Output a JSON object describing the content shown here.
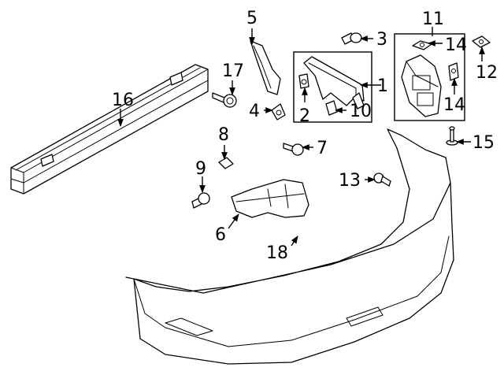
{
  "diagram": {
    "callouts": [
      {
        "id": "c1",
        "label": "1"
      },
      {
        "id": "c2",
        "label": "2"
      },
      {
        "id": "c3",
        "label": "3"
      },
      {
        "id": "c4",
        "label": "4"
      },
      {
        "id": "c5",
        "label": "5"
      },
      {
        "id": "c6",
        "label": "6"
      },
      {
        "id": "c7",
        "label": "7"
      },
      {
        "id": "c8",
        "label": "8"
      },
      {
        "id": "c9",
        "label": "9"
      },
      {
        "id": "c10",
        "label": "10"
      },
      {
        "id": "c11",
        "label": "11"
      },
      {
        "id": "c12",
        "label": "12"
      },
      {
        "id": "c13",
        "label": "13"
      },
      {
        "id": "c14a",
        "label": "14"
      },
      {
        "id": "c14b",
        "label": "14"
      },
      {
        "id": "c15",
        "label": "15"
      },
      {
        "id": "c16",
        "label": "16"
      },
      {
        "id": "c17",
        "label": "17"
      },
      {
        "id": "c18",
        "label": "18"
      }
    ]
  }
}
